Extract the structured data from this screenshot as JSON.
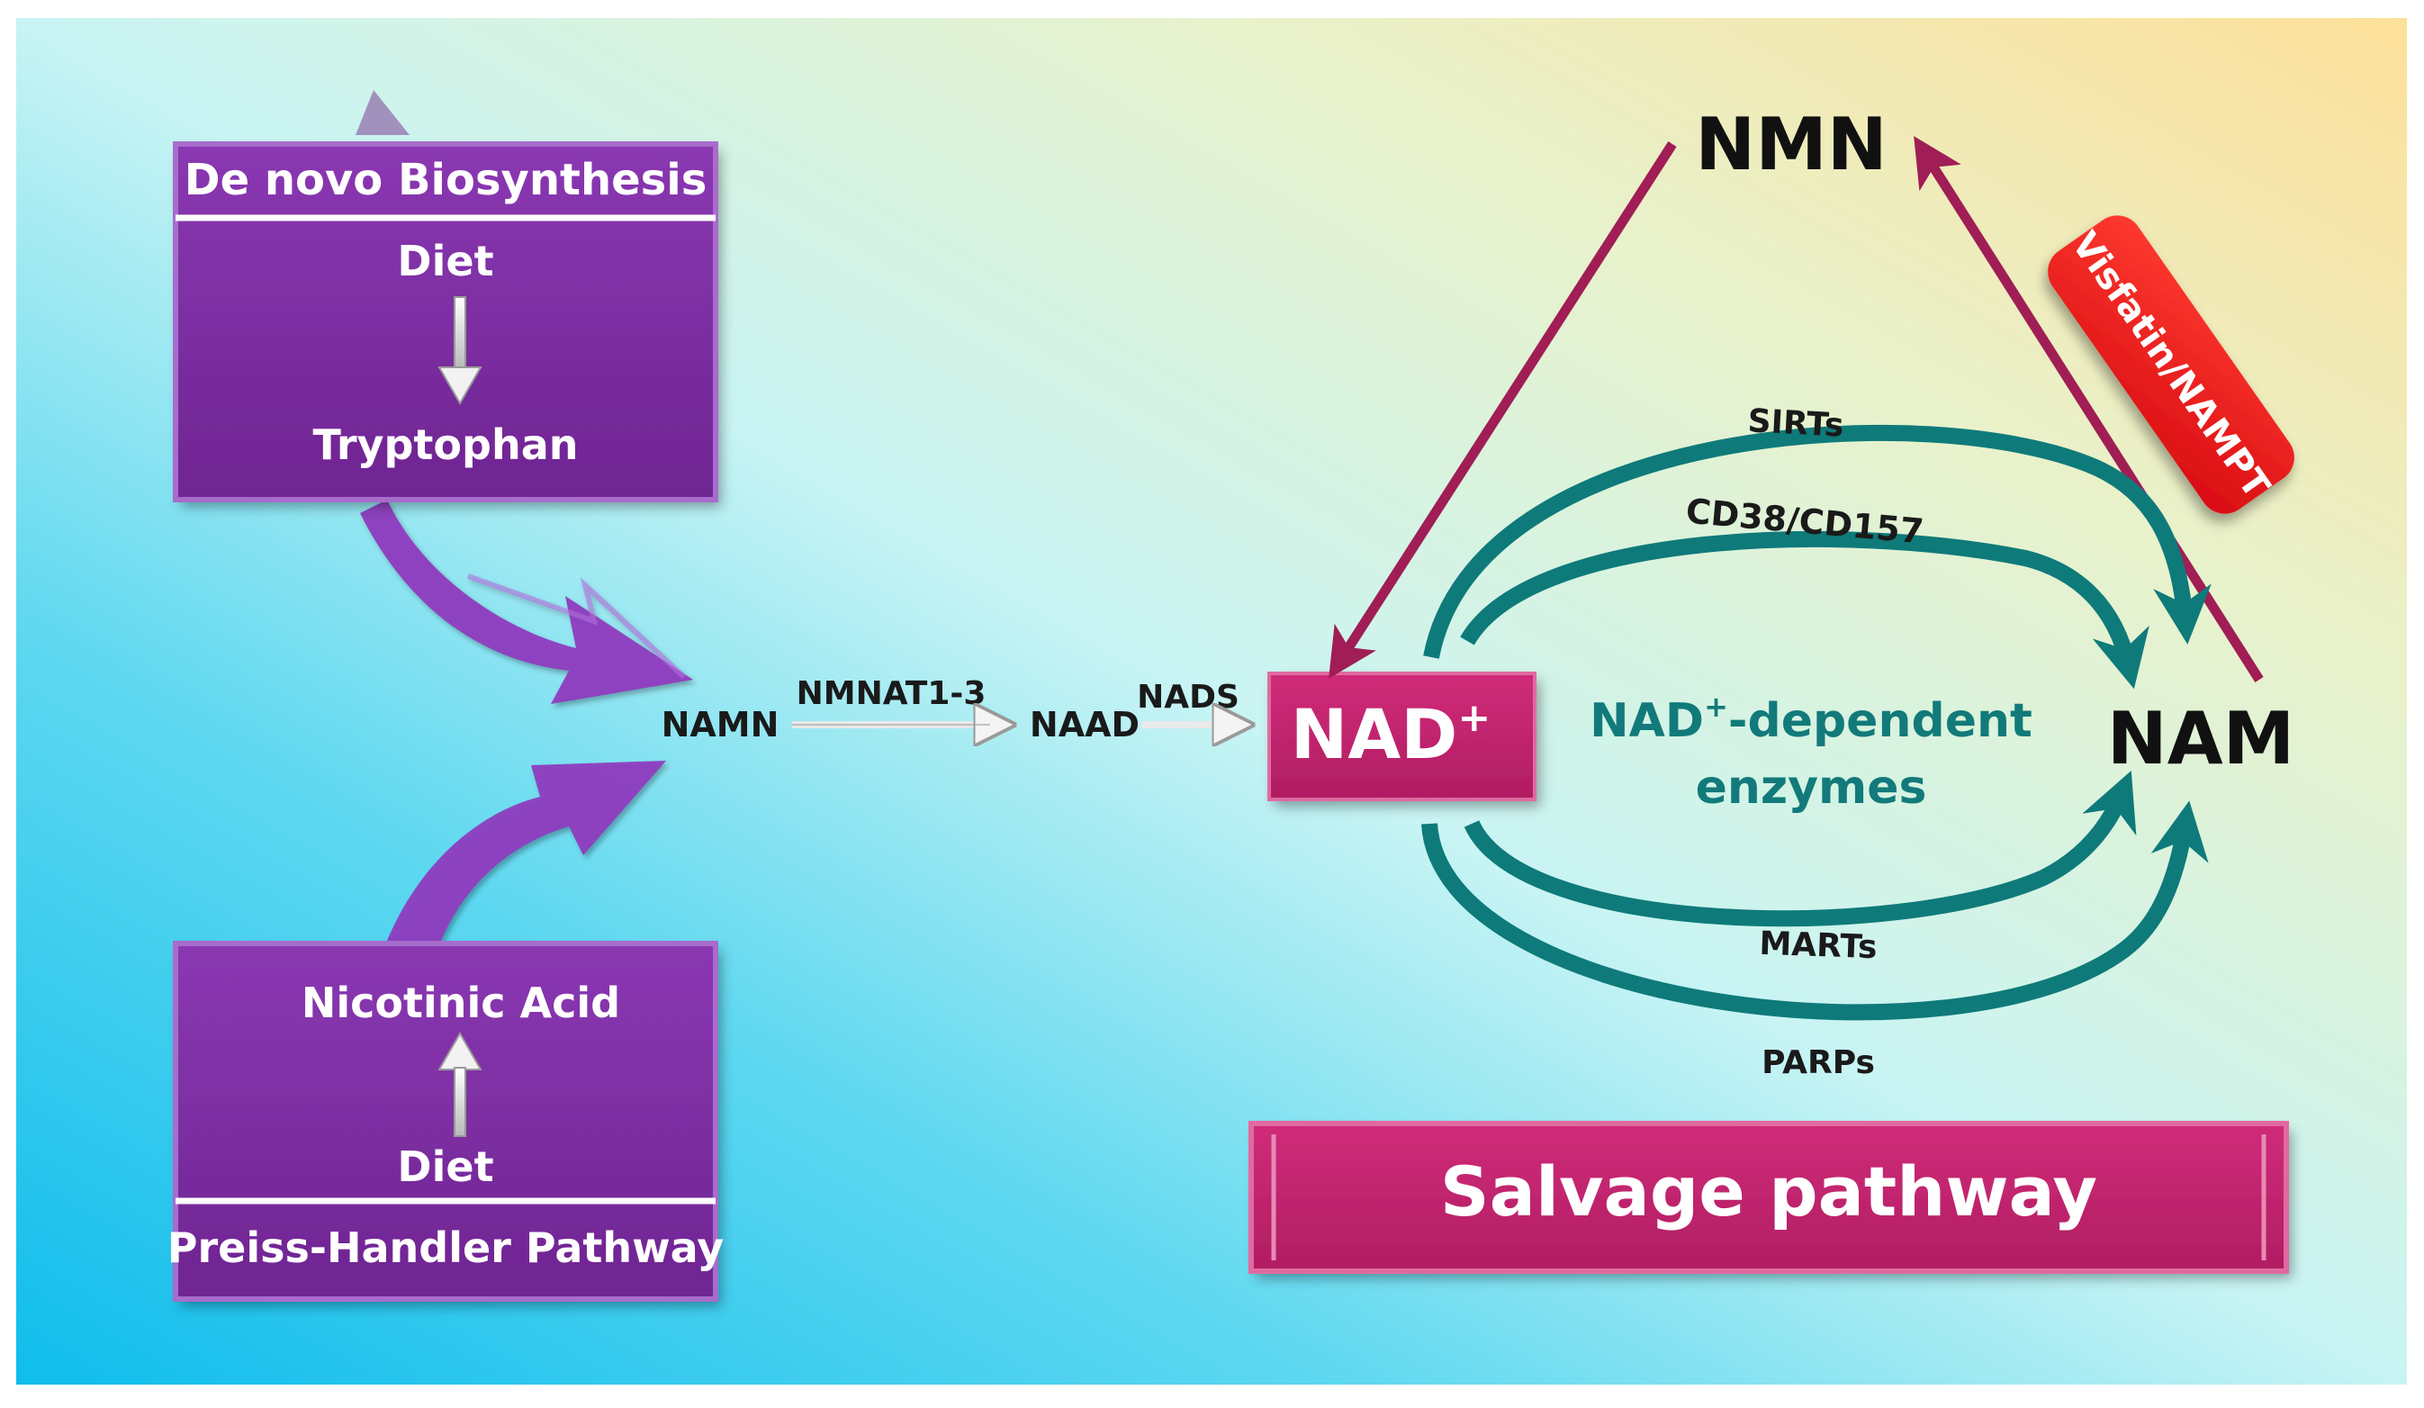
{
  "colors": {
    "purple_box": "#7a2a9e",
    "purple_arrow": "#8e3bbf",
    "magenta_box": "#c4246e",
    "maroon_arrow": "#a01e55",
    "teal_arrow": "#0f7a7a",
    "red_enzyme": "#e8141b",
    "bg_cyan": "#12c3ee",
    "bg_light": "#c9f3f3",
    "bg_yellow": "#fbe4a0"
  },
  "denovo_box": {
    "title": "De novo Biosynthesis",
    "top_label": "Diet",
    "bottom_label": "Tryptophan"
  },
  "preiss_box": {
    "top_label": "Nicotinic Acid",
    "bottom_label": "Diet",
    "title": "Preiss-Handler Pathway"
  },
  "pathway": {
    "namn": "NAMN",
    "nmnat": "NMNAT1-3",
    "naad": "NAAD",
    "nads": "NADS"
  },
  "nad_box": {
    "main": "NAD",
    "sup": "+"
  },
  "salvage": {
    "nmn": "NMN",
    "nam": "NAM",
    "enzyme": "Visfatin/NAMPT",
    "center_line1_main": "NAD",
    "center_line1_sup": "+",
    "center_line1_rest": "-dependent",
    "center_line2": "enzymes",
    "sirts": "SIRTs",
    "cd38": "CD38/CD157",
    "marts": "MARTs",
    "parps": "PARPs",
    "banner": "Salvage pathway"
  }
}
